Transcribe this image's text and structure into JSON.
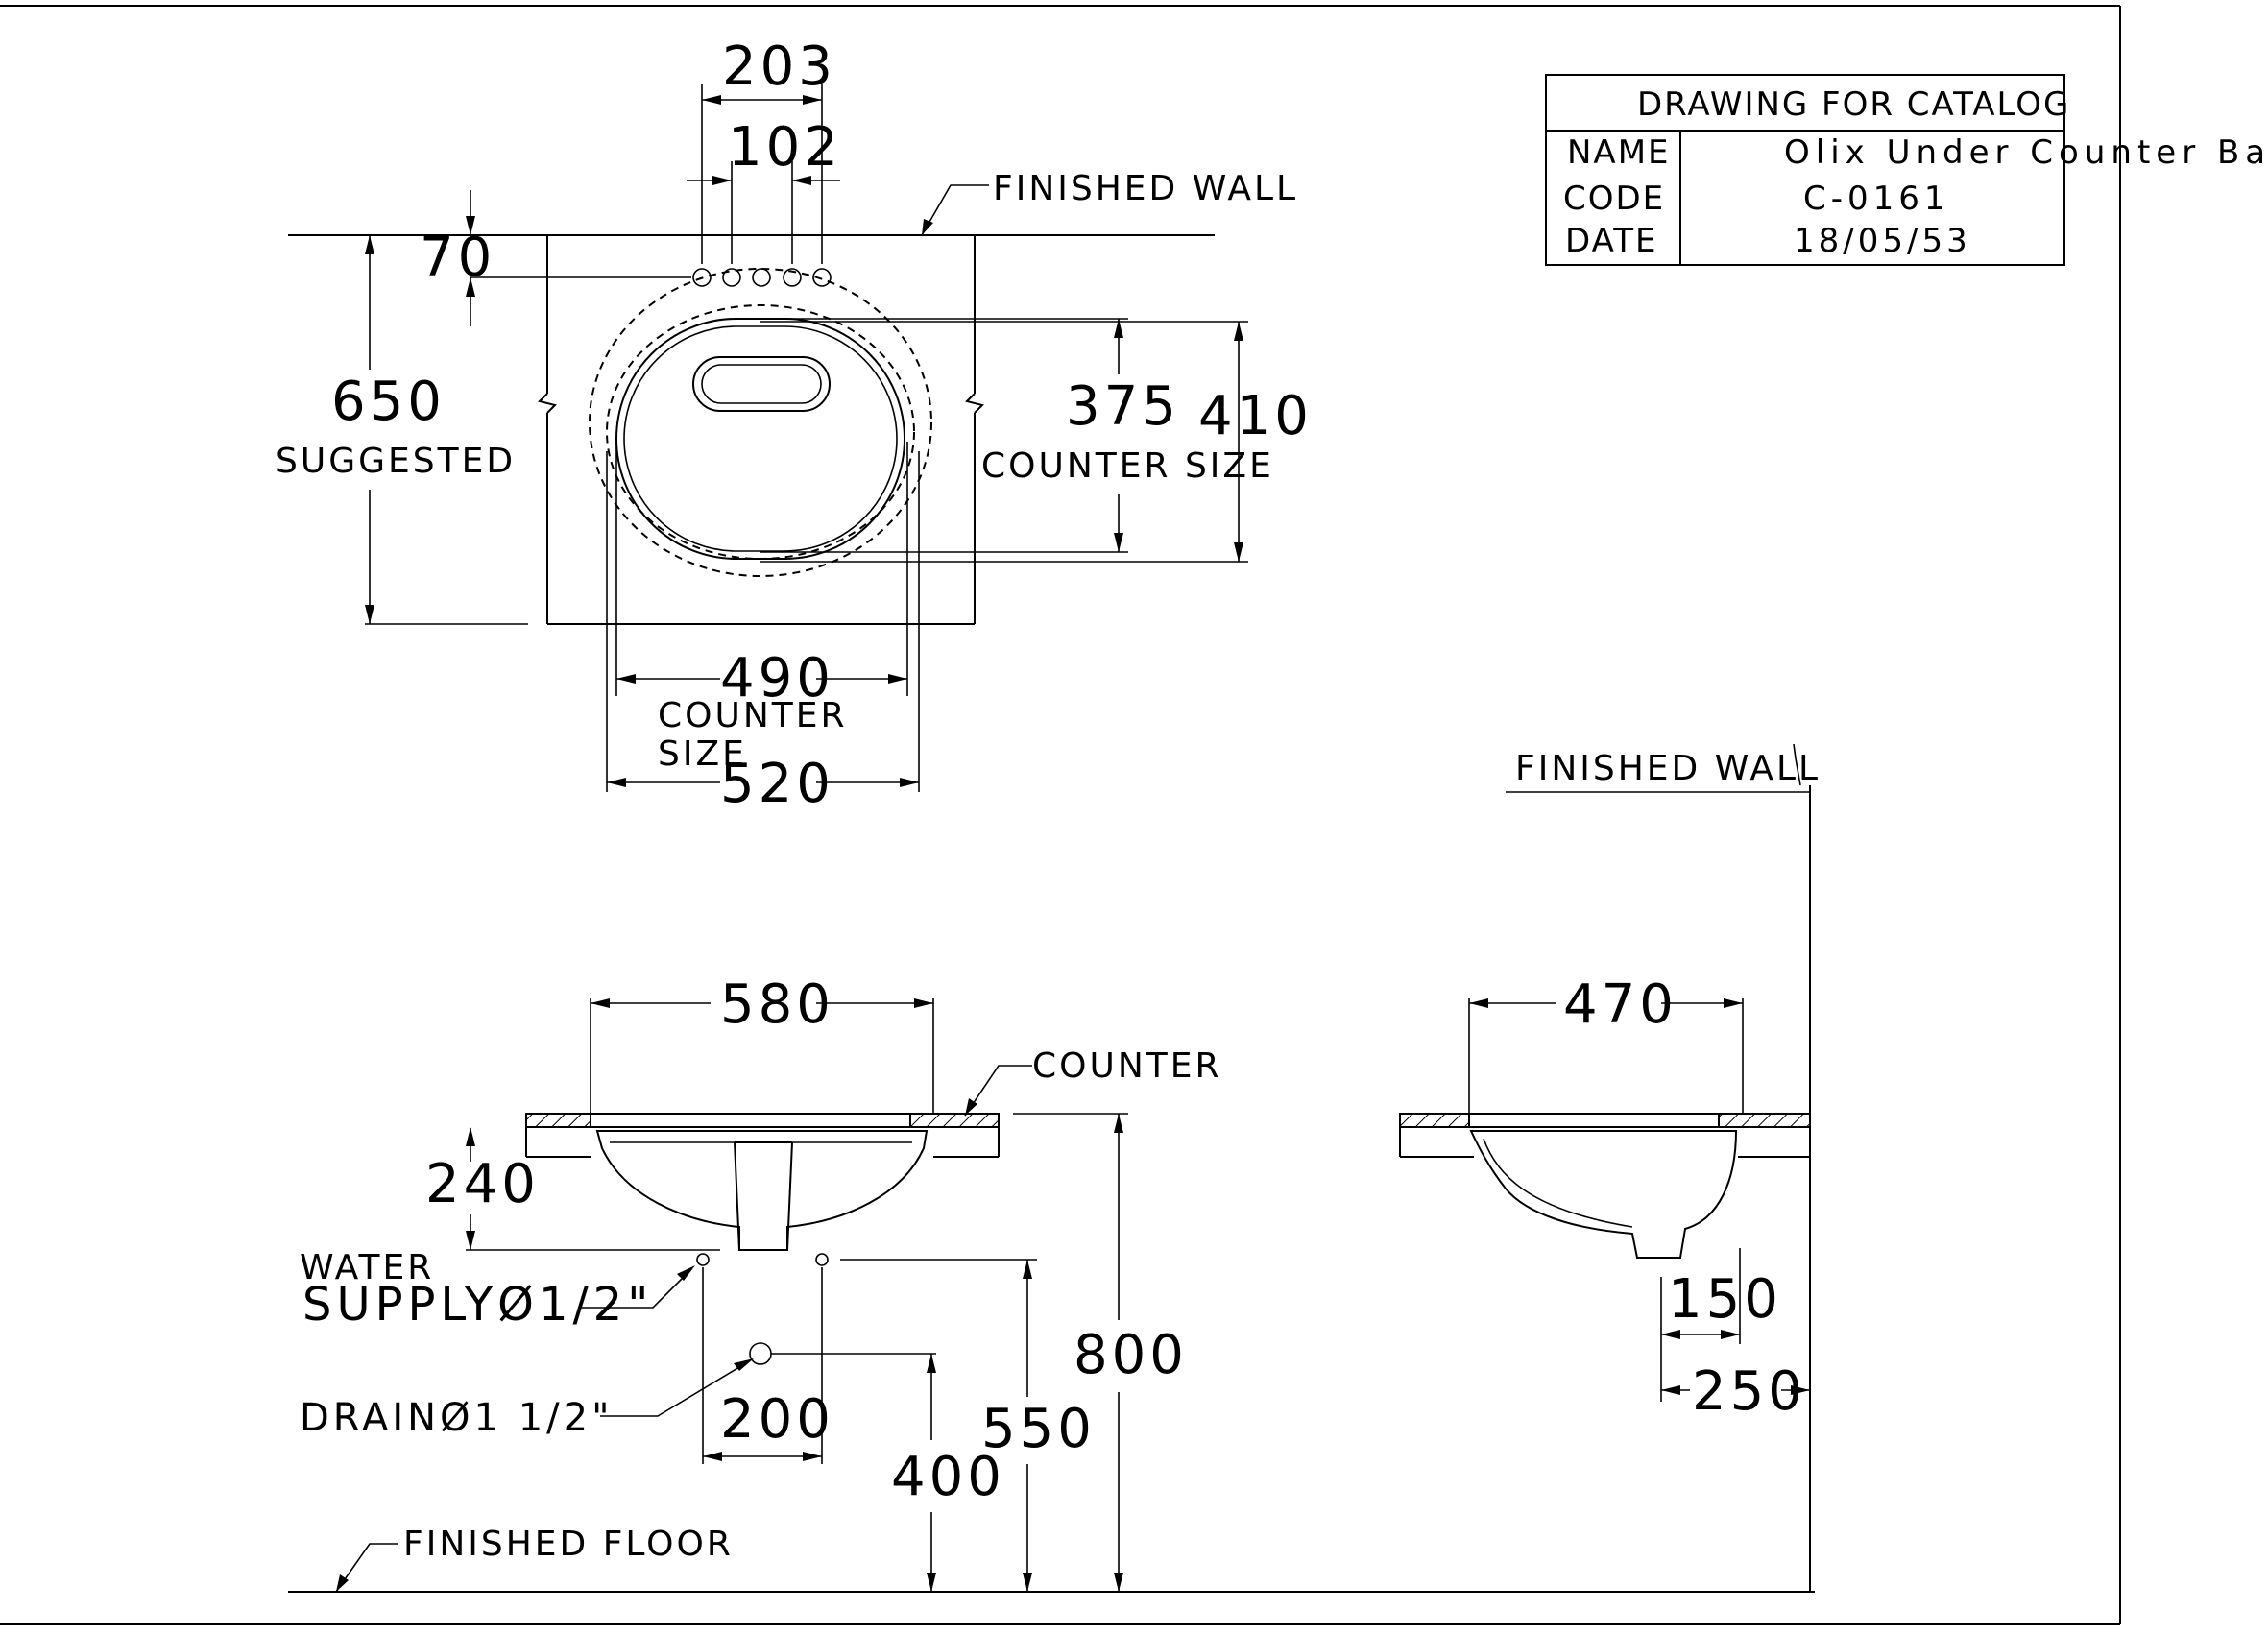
{
  "title_block": {
    "heading": "DRAWING FOR CATALOG",
    "name_label": "NAME",
    "name_value": "Olix Under Counter Basin",
    "code_label": "CODE",
    "code_value": "C-0161",
    "date_label": "DATE",
    "date_value": "18/05/53"
  },
  "plan_view": {
    "dim_203": "203",
    "dim_102": "102",
    "dim_70": "70",
    "finished_wall": "FINISHED WALL",
    "dim_650": "650",
    "suggested": "SUGGESTED",
    "dim_375": "375",
    "dim_410": "410",
    "counter_size_right": "COUNTER SIZE",
    "dim_490": "490",
    "counter": "COUNTER",
    "size": "SIZE",
    "dim_520": "520"
  },
  "front_view": {
    "dim_580": "580",
    "counter_label": "COUNTER",
    "dim_240": "240",
    "water": "WATER",
    "supply": "SUPPLYØ1/2\"",
    "drain": "DRAINØ1  1/2\"",
    "dim_200": "200",
    "dim_800": "800",
    "dim_550": "550",
    "dim_400": "400",
    "finished_floor": "FINISHED FLOOR"
  },
  "side_view": {
    "finished_wall": "FINISHED WALL",
    "dim_470": "470",
    "dim_150": "150",
    "dim_250": "250"
  }
}
